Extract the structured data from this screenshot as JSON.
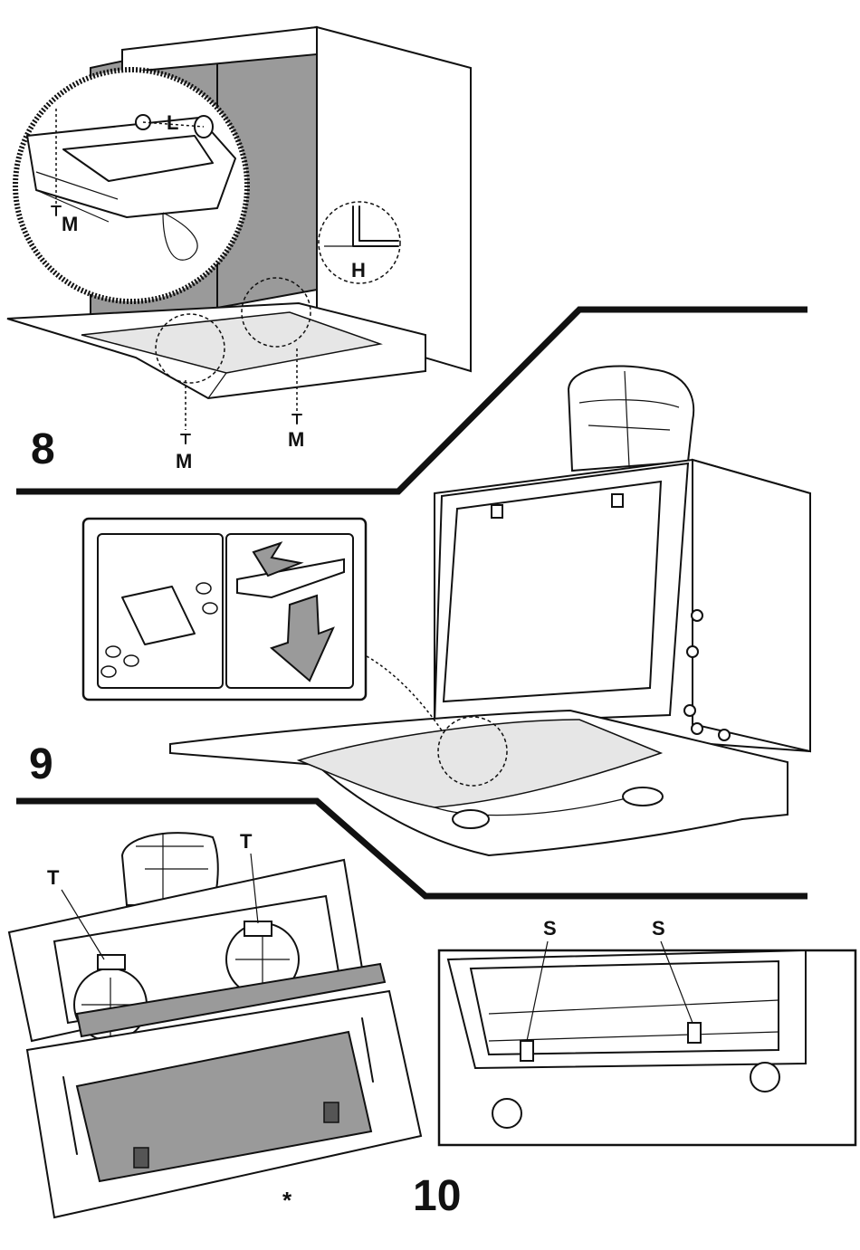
{
  "steps": {
    "step8": {
      "number": "8",
      "labels": {
        "L": "L",
        "M1": "M",
        "M2": "M",
        "M3": "M",
        "H": "H"
      }
    },
    "step9": {
      "number": "9"
    },
    "step10": {
      "number": "10",
      "labels": {
        "T1": "T",
        "T2": "T",
        "S1": "S",
        "S2": "S",
        "star": "*"
      }
    }
  },
  "colors": {
    "ink": "#111111",
    "grey_panel": "#9a9a9a",
    "background": "#ffffff"
  }
}
